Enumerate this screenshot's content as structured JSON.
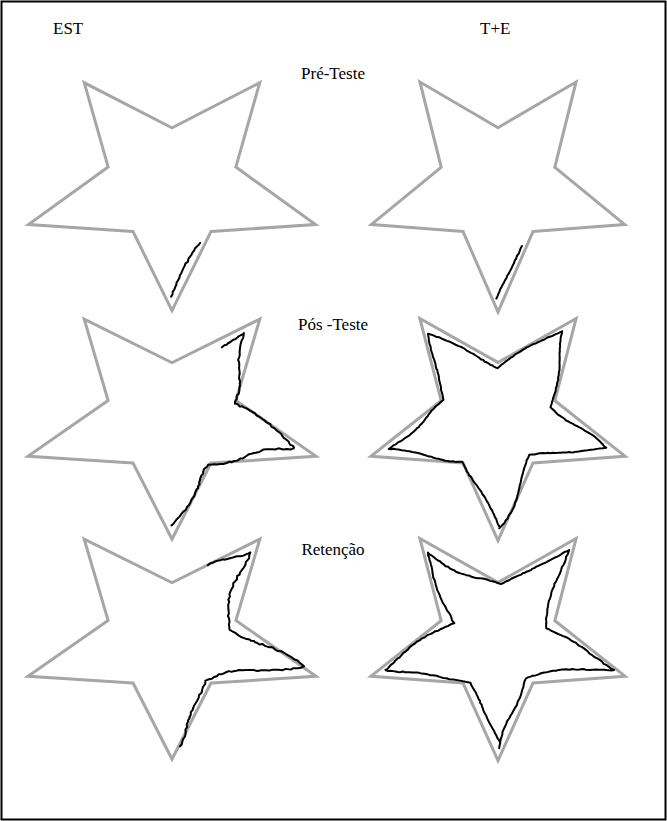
{
  "diagram": {
    "labels": [
      "EST",
      "T+E",
      "Pré-Teste",
      "Pós -Teste",
      "Retenção"
    ]
  }
}
